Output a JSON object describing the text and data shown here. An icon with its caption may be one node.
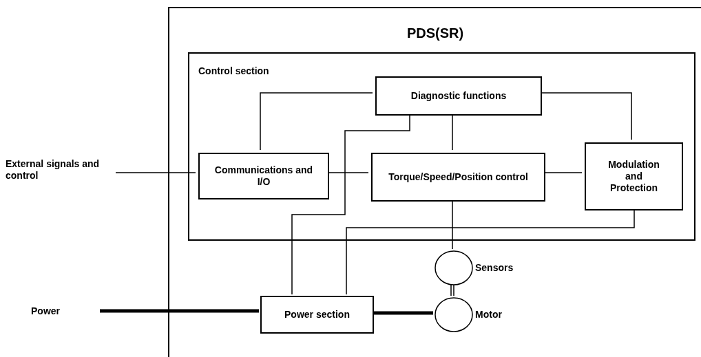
{
  "diagram": {
    "nodes": [
      {
        "text": [
          "PDS(SR)"
        ]
      },
      {
        "text": [
          "Control section"
        ],
        "in": 0
      },
      {
        "text": [
          "Diagnostic functions"
        ],
        "in": 1
      },
      {
        "text": [
          "Communications and I/O"
        ],
        "in": 1
      },
      {
        "text": [
          "Torque/Speed/Position control"
        ],
        "in": 1
      },
      {
        "text": [
          "Modulation and Protection"
        ],
        "in": 1
      },
      {
        "text": [],
        "shape": "circle",
        "in": 0,
        "beside": [
          "Sensors"
        ]
      },
      {
        "text": [],
        "shape": "circle",
        "in": 0,
        "beside": [
          "Motor"
        ]
      },
      {
        "text": [
          "Power section"
        ],
        "in": 0
      },
      {
        "text": [
          "External signals and control"
        ]
      },
      {
        "text": [
          "Power"
        ]
      }
    ],
    "edges": [
      {
        "from": 9,
        "to": 3,
        "arrow": "none"
      },
      {
        "from": 10,
        "to": 8,
        "arrow": "none",
        "style": "thick"
      },
      {
        "from": 8,
        "to": 7,
        "arrow": "none",
        "style": "thick"
      },
      {
        "from": 3,
        "to": 4,
        "arrow": "none"
      },
      {
        "from": 4,
        "to": 5,
        "arrow": "none"
      },
      {
        "from": 2,
        "to": 3,
        "arrow": "none"
      },
      {
        "from": 2,
        "to": 5,
        "arrow": "none"
      },
      {
        "from": 2,
        "to": 4,
        "arrow": "none"
      },
      {
        "from": 8,
        "to": 2,
        "arrow": "none"
      },
      {
        "from": 8,
        "to": 5,
        "arrow": "none"
      },
      {
        "from": 4,
        "to": 6,
        "arrow": "none"
      },
      {
        "from": 6,
        "to": 7,
        "arrow": "none"
      }
    ]
  }
}
